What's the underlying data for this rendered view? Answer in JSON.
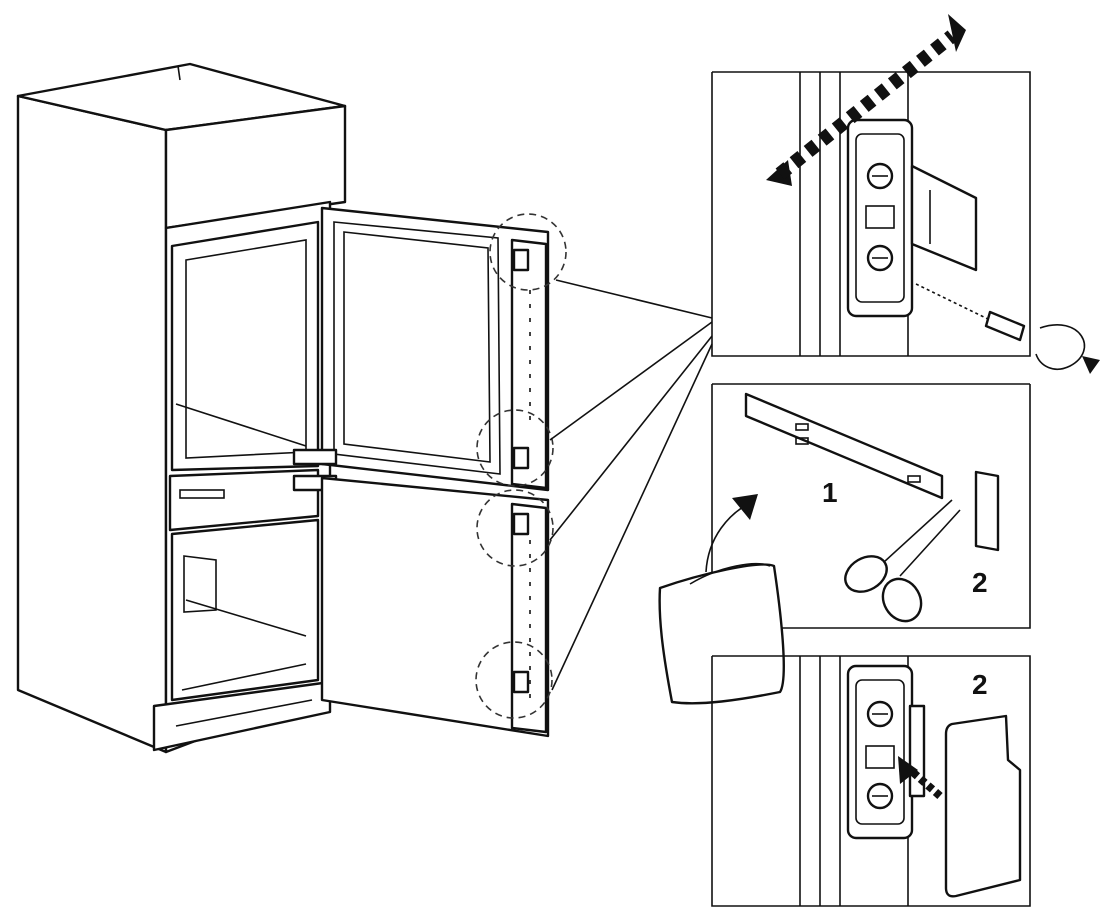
{
  "figure": {
    "labels": {
      "panel2_part1": "1",
      "panel2_part2": "2",
      "panel3_part2": "2"
    }
  }
}
